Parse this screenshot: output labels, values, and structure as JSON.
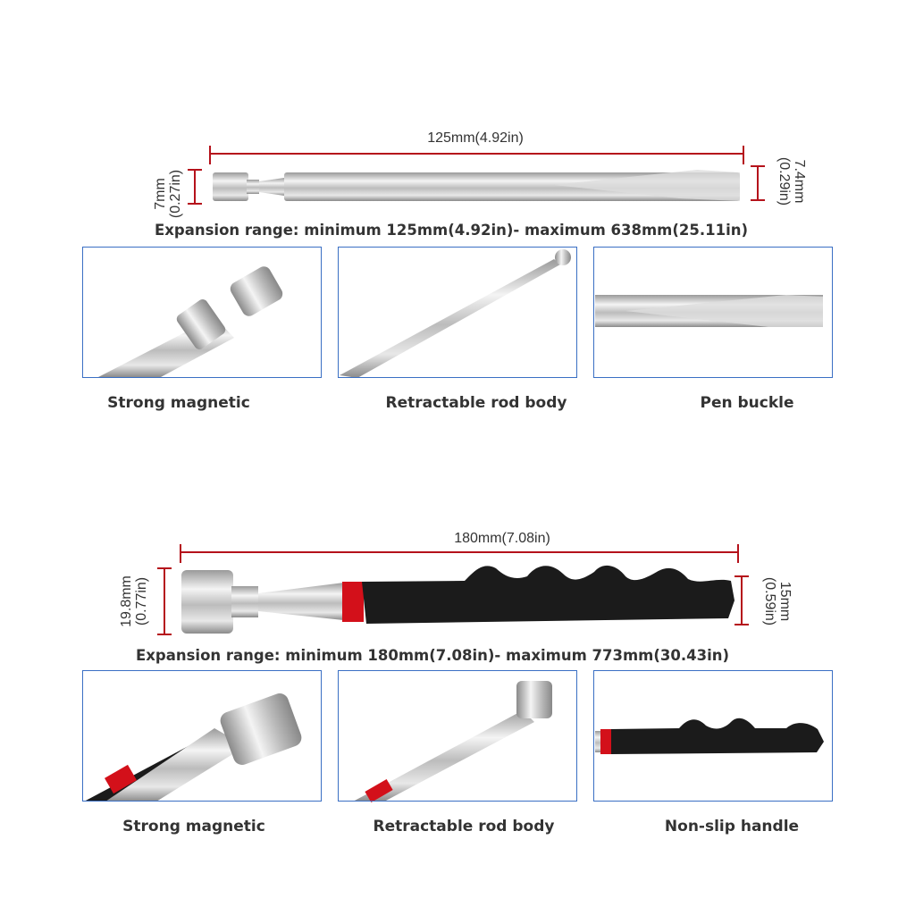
{
  "colors": {
    "dimension_line": "#b5121b",
    "panel_border": "#3a6fc4",
    "handle": "#1b1b1b",
    "ring": "#d3101a"
  },
  "small_tool": {
    "length": "125mm(4.92in)",
    "left_diameter": [
      "7mm",
      "(0.27in)"
    ],
    "right_diameter": [
      "7.4mm",
      "(0.29in)"
    ],
    "expansion": "Expansion range: minimum 125mm(4.92in)- maximum 638mm(25.11in)",
    "features": [
      "Strong magnetic",
      "Retractable rod body",
      "Pen buckle"
    ]
  },
  "large_tool": {
    "length": "180mm(7.08in)",
    "left_diameter": [
      "19.8mm",
      "(0.77in)"
    ],
    "right_diameter": [
      "15mm",
      "(0.59in)"
    ],
    "expansion": "Expansion range: minimum 180mm(7.08in)- maximum 773mm(30.43in)",
    "features": [
      "Strong magnetic",
      "Retractable rod body",
      "Non-slip handle"
    ]
  }
}
